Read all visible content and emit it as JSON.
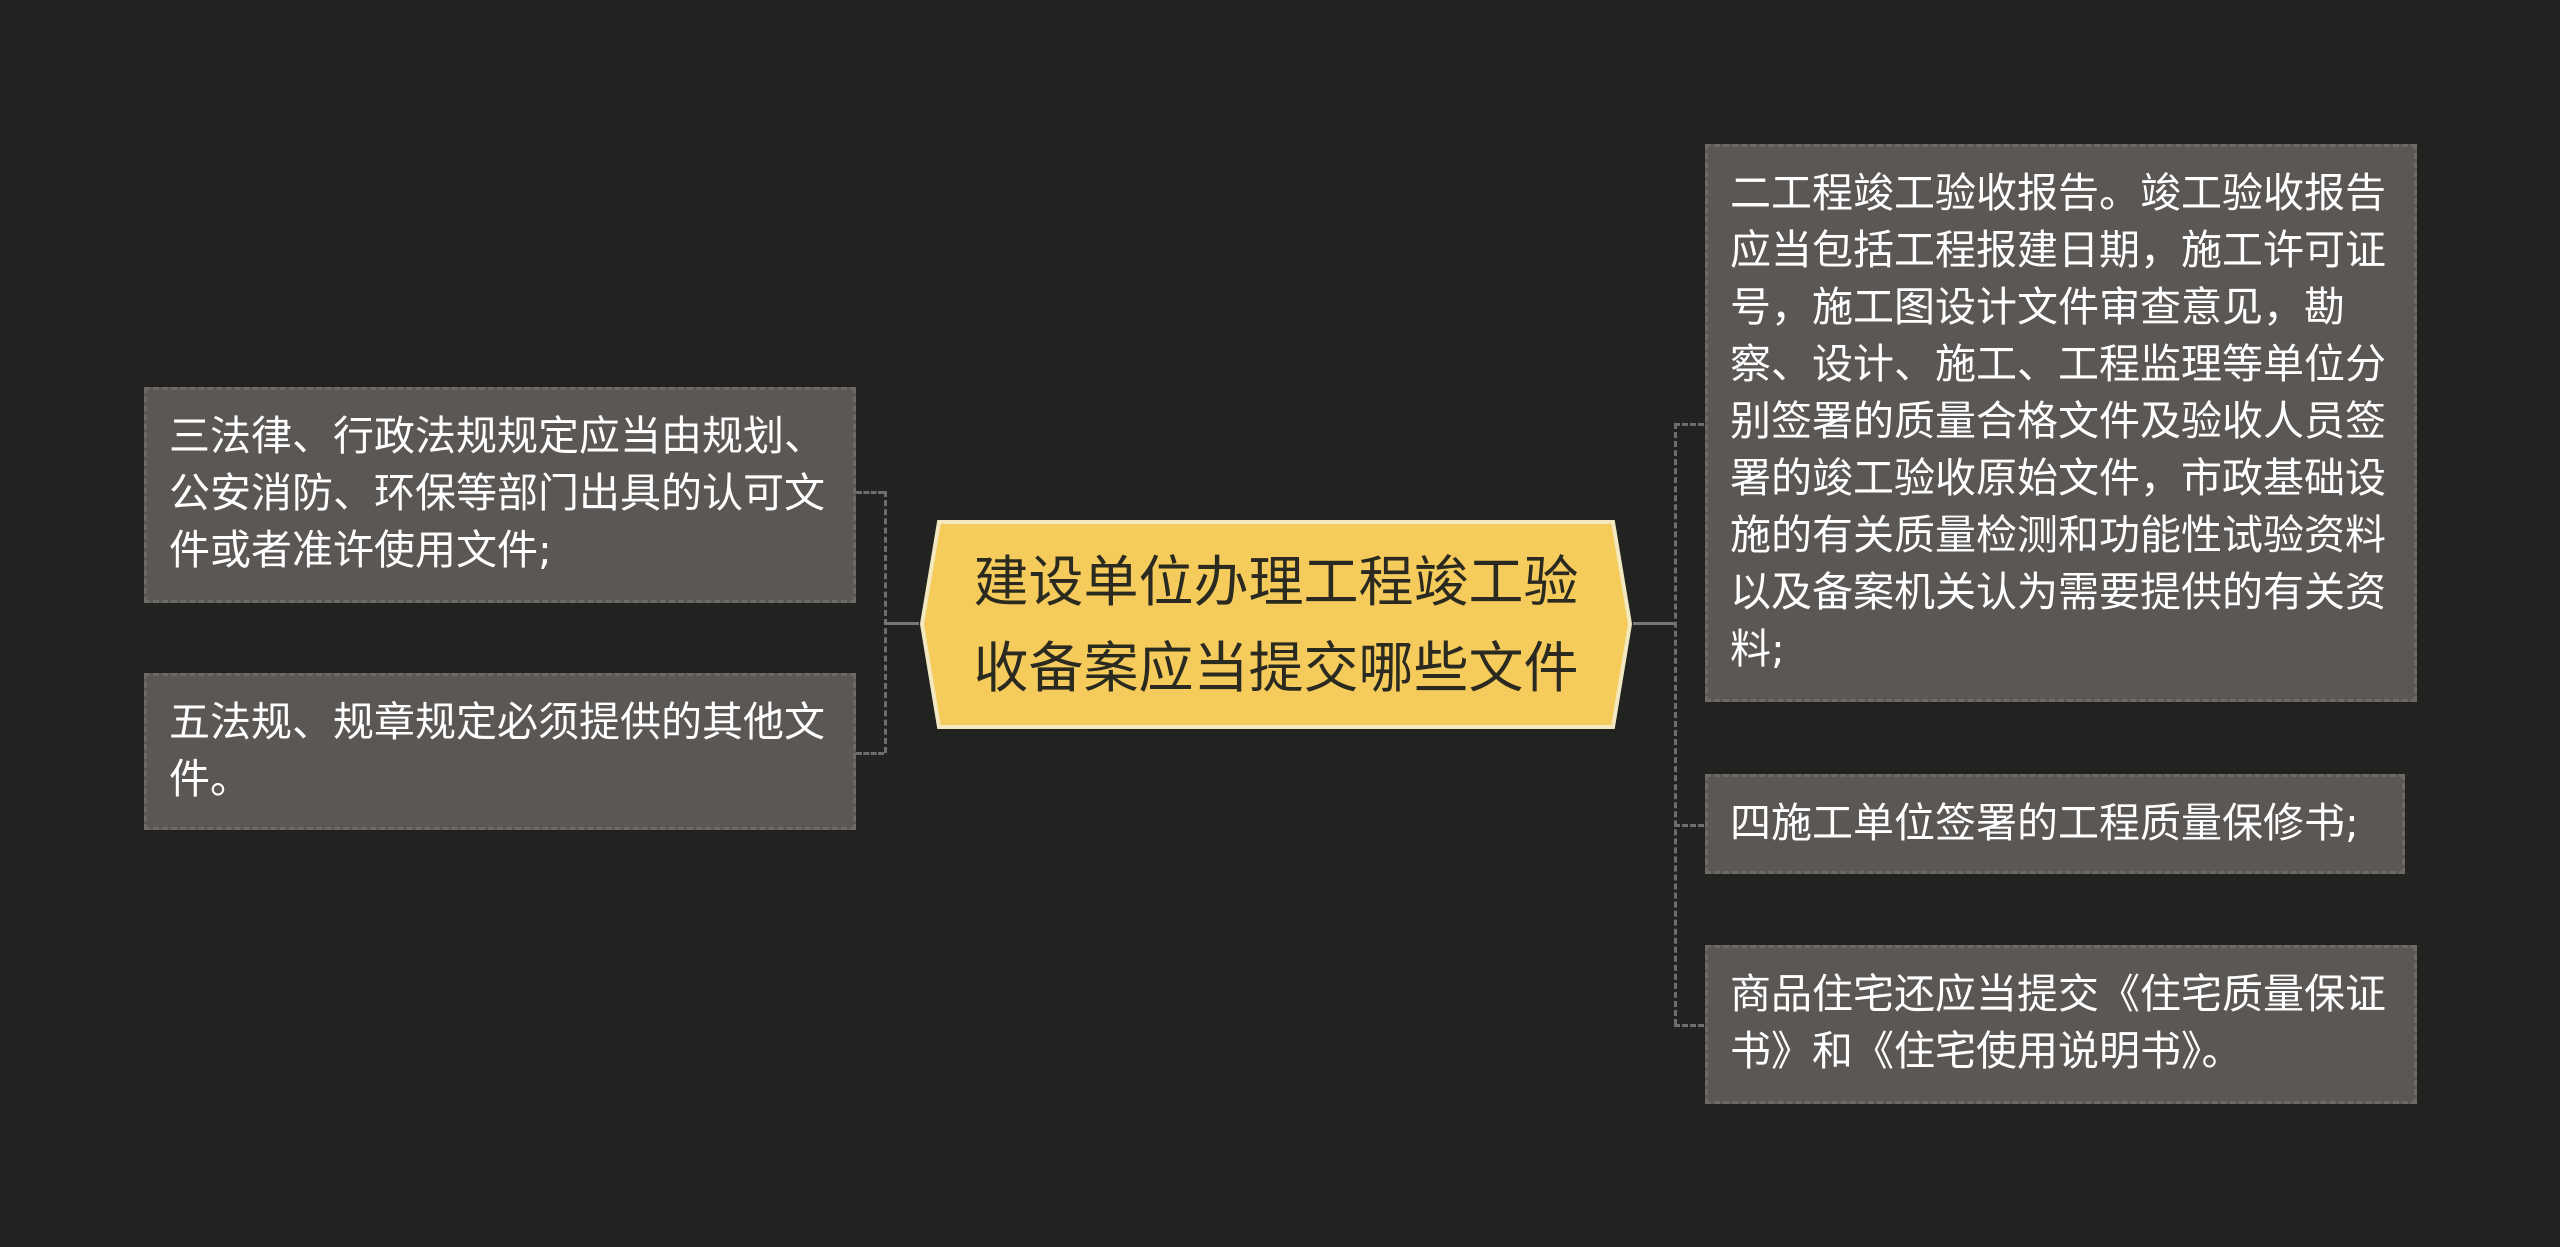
{
  "root": {
    "title": "建设单位办理工程竣工验收备案应当提交哪些文件",
    "fill": "#f5cb5c"
  },
  "left_nodes": [
    {
      "text": "三法律、行政法规规定应当由规划、公安消防、环保等部门出具的认可文件或者准许使用文件;"
    },
    {
      "text": "五法规、规章规定必须提供的其他文件。"
    }
  ],
  "right_nodes": [
    {
      "text": "二工程竣工验收报告。竣工验收报告应当包括工程报建日期，施工许可证号，施工图设计文件审查意见，勘察、设计、施工、工程监理等单位分别签署的质量合格文件及验收人员签署的竣工验收原始文件，市政基础设施的有关质量检测和功能性试验资料以及备案机关认为需要提供的有关资料;"
    },
    {
      "text": "四施工单位签署的工程质量保修书;"
    },
    {
      "text": "商品住宅还应当提交《住宅质量保证书》和《住宅使用说明书》。"
    }
  ]
}
